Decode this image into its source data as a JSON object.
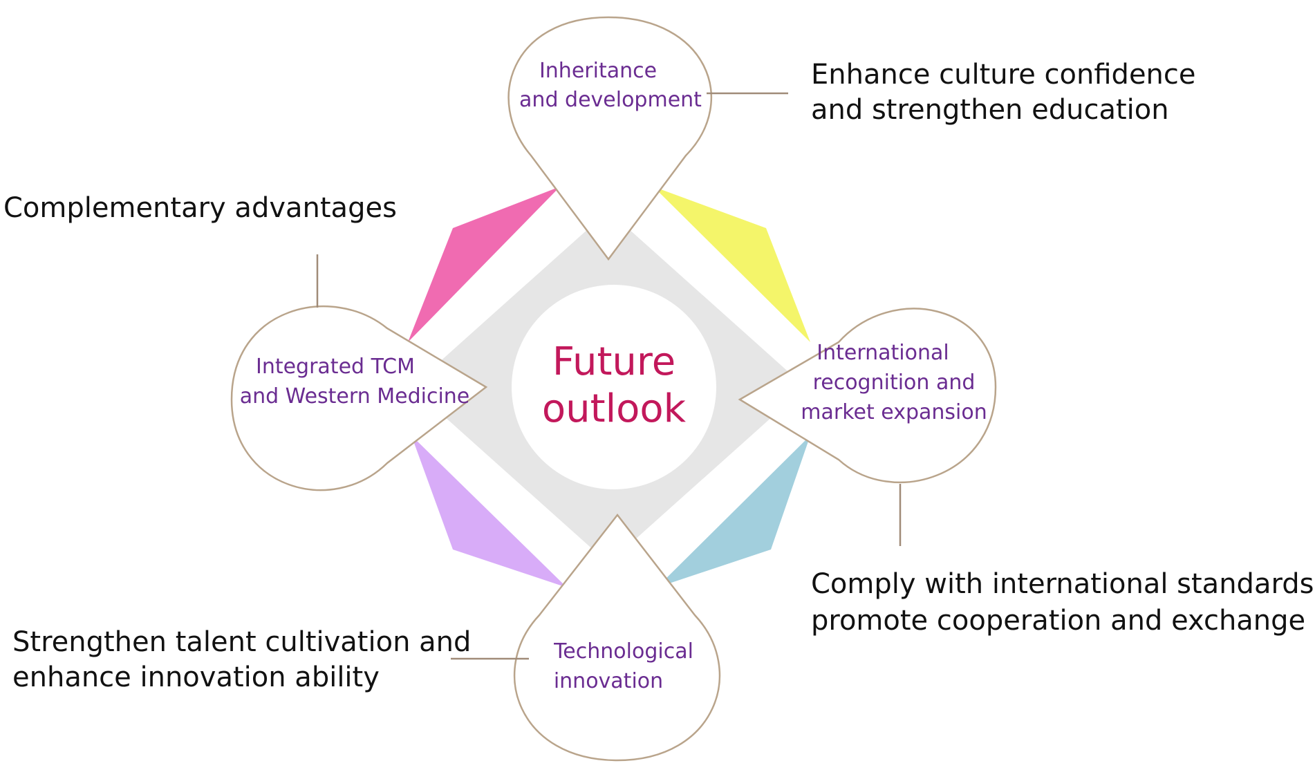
{
  "center": {
    "line1": "Future",
    "line2": "outlook"
  },
  "colors": {
    "center_text": "#c2185b",
    "node_text": "#6a2c91",
    "pin_border": "#b9a48b",
    "connector": "#a08b78",
    "diamond_fill": "#e6e6e6",
    "wedge_top_left": "#f06bb1",
    "wedge_top_right": "#f4f56a",
    "wedge_bottom_right": "#a2cfdd",
    "wedge_bottom_left": "#d8acf8"
  },
  "nodes": {
    "top": {
      "line1": "Inheritance",
      "line2": "and development"
    },
    "left": {
      "line1": "Integrated TCM",
      "line2": "and Western Medicine"
    },
    "right": {
      "line1": "International",
      "line2": "recognition and",
      "line3": "market expansion"
    },
    "bottom": {
      "line1": "Technological",
      "line2": "innovation"
    }
  },
  "notes": {
    "top": {
      "line1": "Enhance culture confidence",
      "line2": "and strengthen education"
    },
    "left": {
      "line1": "Complementary advantages"
    },
    "right": {
      "line1": "Comply with international standards and",
      "line2": "promote cooperation and exchange"
    },
    "bottom": {
      "line1": "Strengthen talent cultivation and",
      "line2": "enhance innovation ability"
    }
  }
}
